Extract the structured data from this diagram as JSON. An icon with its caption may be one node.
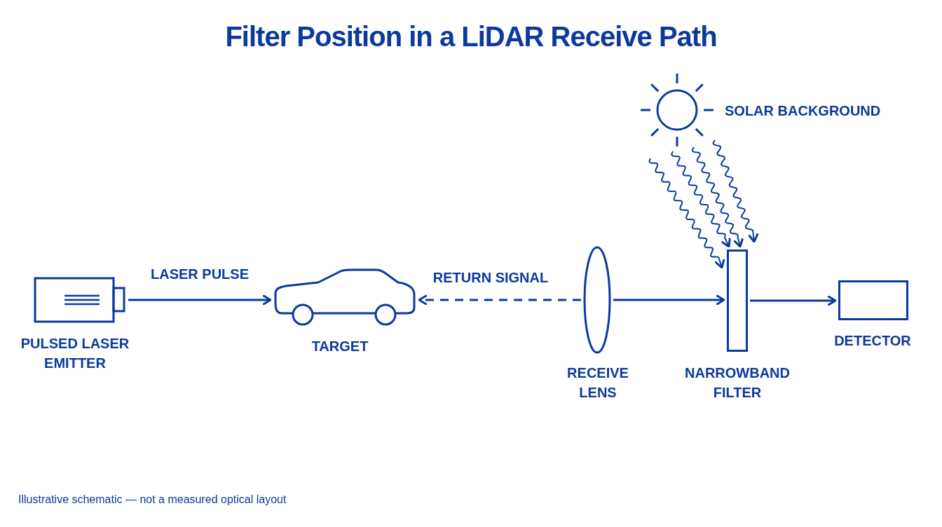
{
  "diagram": {
    "title": "Filter Position in a LiDAR Receive Path",
    "caption": "Illustrative schematic — not a measured optical layout",
    "nodes": [
      {
        "text": [],
        "shape": "picture",
        "beside": [
          "SOLAR BACKGROUND"
        ]
      },
      {
        "text": [],
        "shape": "picture",
        "beside": [
          "PULSED LASER EMITTER"
        ]
      },
      {
        "text": [],
        "shape": "picture",
        "beside": [
          "TARGET"
        ]
      },
      {
        "text": [],
        "shape": "ellipse",
        "beside": [
          "RECEIVE LENS"
        ]
      },
      {
        "text": [],
        "shape": "bar",
        "beside": [
          "NARROWBAND FILTER"
        ]
      },
      {
        "text": [],
        "shape": "box",
        "beside": [
          "DETECTOR"
        ]
      }
    ],
    "edges": [
      {
        "from": 1,
        "to": 2,
        "arrow": "to",
        "label": "LASER PULSE"
      },
      {
        "from": 3,
        "to": 2,
        "arrow": "to",
        "label": "RETURN SIGNAL",
        "style": "dashed"
      },
      {
        "from": 3,
        "to": 4,
        "arrow": "to"
      },
      {
        "from": 4,
        "to": 5,
        "arrow": "to"
      },
      {
        "from": 0,
        "to": 4,
        "arrow": "to"
      },
      {
        "from": 0,
        "to": 4,
        "arrow": "to"
      },
      {
        "from": 0,
        "to": 4,
        "arrow": "to"
      },
      {
        "from": 0,
        "to": 4,
        "arrow": "to"
      }
    ]
  }
}
